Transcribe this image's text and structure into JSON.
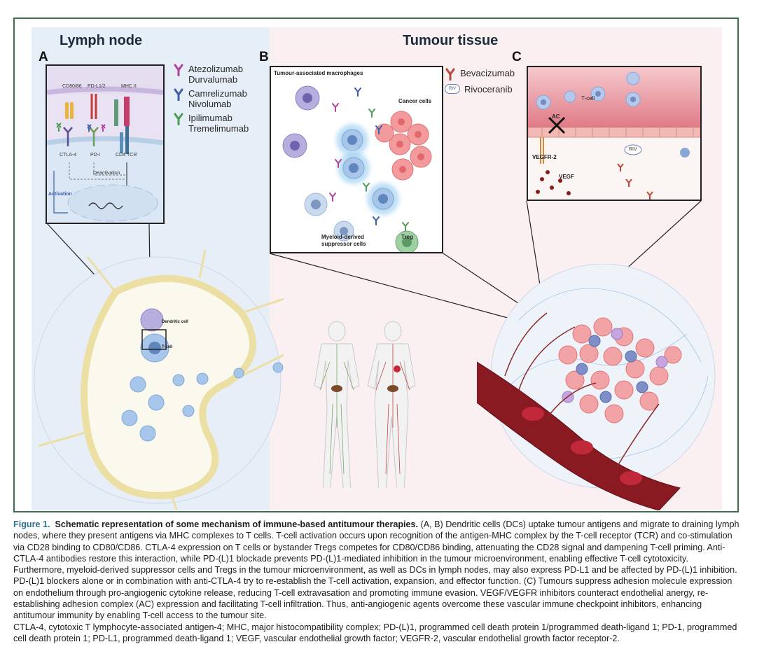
{
  "headings": {
    "lymph_node": "Lymph node",
    "tumour_tissue": "Tumour tissue"
  },
  "panel_letters": {
    "a": "A",
    "b": "B",
    "c": "C"
  },
  "panel_a": {
    "cd80_86": "CD80/86",
    "pd_l1_2": "PD-L1/2",
    "mhc_ii": "MHC II",
    "ctla4": "CTLA-4",
    "pd1": "PD-I",
    "cd4": "CD4",
    "tcr": "TCR",
    "deactivation": "Deactivation",
    "activation": "Activation"
  },
  "legend_left": [
    {
      "line1": "Atezolizumab",
      "line2": "Durvalumab",
      "color": "#b0449a",
      "icon": "antibody-icon"
    },
    {
      "line1": "Camrelizumab",
      "line2": "Nivolumab",
      "color": "#3e5ea8",
      "icon": "antibody-icon"
    },
    {
      "line1": "Ipilimumab",
      "line2": "Tremelimumab",
      "color": "#4f9a54",
      "icon": "antibody-icon"
    }
  ],
  "legend_right": [
    {
      "label": "Bevacizumab",
      "color": "#c0453a",
      "icon": "antibody-icon"
    },
    {
      "label": "Rivoceranib",
      "badge": "RIV",
      "color": "#6c7fb0",
      "icon": "pill-icon"
    }
  ],
  "panel_b": {
    "tam": "Tumour-associated macrophages",
    "cancer_cells": "Cancer cells",
    "mdsc_line1": "Myeloid-derived",
    "mdsc_line2": "suppressor cells",
    "treg": "Treg"
  },
  "panel_c": {
    "t_cell": "T-cell",
    "ac": "AC",
    "riv": "RIV",
    "vegfr2": "VEGFR-2",
    "vegf": "VEGF"
  },
  "lymph_node_view": {
    "dendritic_cell": "Dendritic cell",
    "t_cell": "T-cell"
  },
  "caption": {
    "label": "Figure 1.",
    "title": "Schematic representation of some mechanism of immune-based antitumour therapies.",
    "body": "(A, B) Dendritic cells (DCs) uptake tumour antigens and migrate to draining lymph nodes, where they present antigens via MHC complexes to T cells. T-cell activation occurs upon recognition of the antigen-MHC complex by the T-cell receptor (TCR) and co-stimulation via CD28 binding to CD80/CD86. CTLA-4 expression on T cells or bystander Tregs competes for CD80/CD86 binding, attenuating the CD28 signal and dampening T-cell priming. Anti-CTLA-4 antibodies restore this interaction, while PD-(L)1 blockade prevents PD-(L)1-mediated inhibition in the tumour microenvironment, enabling effective T-cell cytotoxicity. Furthermore, myeloid-derived suppressor cells and Tregs in the tumour microenvironment, as well as DCs in lymph nodes, may also express PD-L1 and be affected by PD-(L)1 inhibition. PD-(L)1 blockers alone or in combination with anti-CTLA-4 try to re-establish the T-cell activation, expansion, and effector function. (C) Tumours suppress adhesion molecule expression on endothelium through pro-angiogenic cytokine release, reducing T-cell extravasation and promoting immune evasion. VEGF/VEGFR inhibitors counteract endothelial anergy, re-establishing adhesion complex (AC) expression and facilitating T-cell infiltration. Thus, anti-angiogenic agents overcome these vascular immune checkpoint inhibitors, enhancing antitumour immunity by enabling T-cell access to the tumour site.",
    "abbreviations": "CTLA-4, cytotoxic T lymphocyte-associated antigen-4; MHC, major histocompatibility complex; PD-(L)1, programmed cell death protein 1/programmed death-ligand 1; PD-1, programmed cell death protein 1; PD-L1, programmed death-ligand 1; VEGF, vascular endothelial growth factor; VEGFR-2, vascular endothelial growth factor receptor-2."
  }
}
